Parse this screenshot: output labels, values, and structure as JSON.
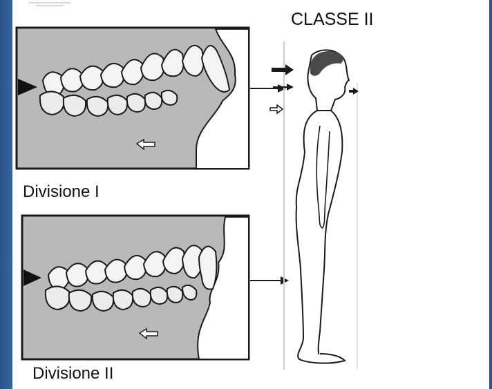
{
  "labels": {
    "classe": "CLASSE II",
    "division_one": "Divisione I",
    "division_two": "Divisione II"
  },
  "colors": {
    "slide_background": "#2f5b93",
    "panel_gray": "#b9b9b9",
    "ink": "#1a1a1a"
  },
  "icons": {
    "jaw_arrow": "left-arrow-icon",
    "profile_arrows": "right-arrow-icon"
  }
}
